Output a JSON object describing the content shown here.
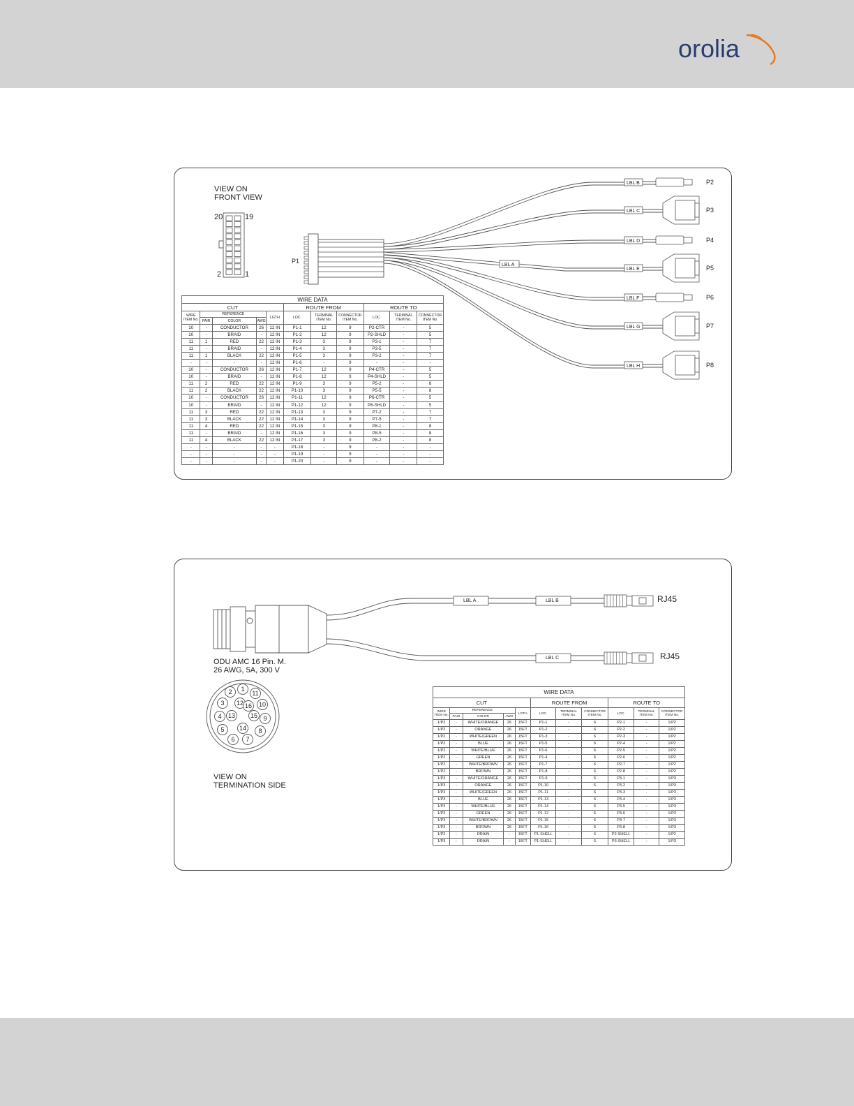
{
  "brand": {
    "logo_text": "orolia",
    "accent_color": "#e87722",
    "text_color": "#2b3d70"
  },
  "diagram1": {
    "view_label_line1": "VIEW ON",
    "view_label_line2": "FRONT VIEW",
    "pin_top_left": "20",
    "pin_top_right": "19",
    "pin_bottom_left": "2",
    "pin_bottom_right": "1",
    "main_connector": "P1",
    "main_label": "LBL A",
    "branches": [
      {
        "label": "LBL B",
        "connector": "P2"
      },
      {
        "label": "LBL C",
        "connector": "P3"
      },
      {
        "label": "LBL D",
        "connector": "P4"
      },
      {
        "label": "LBL E",
        "connector": "P5"
      },
      {
        "label": "LBL F",
        "connector": "P6"
      },
      {
        "label": "LBL G",
        "connector": "P7"
      },
      {
        "label": "LBL H",
        "connector": "P8"
      }
    ],
    "table": {
      "title": "WIRE DATA",
      "group_cut": "CUT",
      "group_route_from": "ROUTE FROM",
      "group_route_to": "ROUTE TO",
      "sub_reference": "REFERENCE",
      "col_wire_1": "WIRE",
      "col_wire_2": "ITEM No.",
      "col_pair": "PAIR",
      "col_color": "COLOR",
      "col_awg": "AWG",
      "col_lgth": "LGTH",
      "col_loc": "LOC.",
      "col_terminal_1": "TERMINAL",
      "col_terminal_2": "ITEM No.",
      "col_connector_1": "CONNECTOR",
      "col_connector_2": "ITEM No.",
      "col_loc_to": "LOC.",
      "col_terminal_to_1": "TERMINAL",
      "col_terminal_to_2": "ITEM No.",
      "col_connector_to_1": "CONNECTOR",
      "col_connector_to_2": "ITEM No.",
      "rows": [
        [
          "10",
          "-",
          "CONDUCTOR",
          "26",
          "12 IN",
          "P1-1",
          "12",
          "9",
          "P2-CTR",
          "-",
          "5"
        ],
        [
          "10",
          "-",
          "BRAID",
          "-",
          "12 IN",
          "P1-2",
          "12",
          "9",
          "P2-SHLD",
          "-",
          "5"
        ],
        [
          "11",
          "1",
          "RED",
          "22",
          "12 IN",
          "P1-3",
          "3",
          "9",
          "P3-1",
          "-",
          "7"
        ],
        [
          "11",
          "-",
          "BRAID",
          "-",
          "12 IN",
          "P1-4",
          "3",
          "9",
          "P3-5",
          "-",
          "7"
        ],
        [
          "11",
          "1",
          "BLACK",
          "22",
          "12 IN",
          "P1-5",
          "3",
          "9",
          "P3-2",
          "-",
          "7"
        ],
        [
          "-",
          "-",
          "-",
          "-",
          "12 IN",
          "P1-6",
          "-",
          "9",
          "-",
          "-",
          "-"
        ],
        [
          "10",
          "-",
          "CONDUCTOR",
          "26",
          "12 IN",
          "P1-7",
          "12",
          "9",
          "P4-CTR",
          "-",
          "5"
        ],
        [
          "10",
          "-",
          "BRAID",
          "-",
          "12 IN",
          "P1-8",
          "12",
          "9",
          "P4-SHLD",
          "-",
          "5"
        ],
        [
          "11",
          "2",
          "RED",
          "22",
          "12 IN",
          "P1-9",
          "3",
          "9",
          "P5-2",
          "-",
          "8"
        ],
        [
          "11",
          "2",
          "BLACK",
          "22",
          "12 IN",
          "P1-10",
          "3",
          "9",
          "P5-5",
          "-",
          "8"
        ],
        [
          "10",
          "-",
          "CONDUCTOR",
          "26",
          "12 IN",
          "P1-11",
          "12",
          "9",
          "P6-CTR",
          "-",
          "5"
        ],
        [
          "10",
          "-",
          "BRAID",
          "-",
          "12 IN",
          "P1-12",
          "12",
          "9",
          "P6-SHLD",
          "-",
          "5"
        ],
        [
          "11",
          "3",
          "RED",
          "22",
          "12 IN",
          "P1-13",
          "3",
          "9",
          "P7-2",
          "-",
          "7"
        ],
        [
          "11",
          "3",
          "BLACK",
          "22",
          "12 IN",
          "P1-14",
          "3",
          "9",
          "P7-5",
          "-",
          "7"
        ],
        [
          "11",
          "4",
          "RED",
          "22",
          "12 IN",
          "P1-15",
          "3",
          "9",
          "P8-1",
          "-",
          "8"
        ],
        [
          "11",
          "-",
          "BRAID",
          "-",
          "12 IN",
          "P1-16",
          "3",
          "9",
          "P8-5",
          "-",
          "8"
        ],
        [
          "11",
          "4",
          "BLACK",
          "22",
          "12 IN",
          "P1-17",
          "3",
          "9",
          "P8-2",
          "-",
          "8"
        ],
        [
          "-",
          "-",
          "-",
          "-",
          "-",
          "P1-18",
          "-",
          "9",
          "-",
          "-",
          "-"
        ],
        [
          "-",
          "-",
          "-",
          "-",
          "-",
          "P1-19",
          "-",
          "9",
          "-",
          "-",
          "-"
        ],
        [
          "-",
          "-",
          "-",
          "-",
          "-",
          "P1-20",
          "-",
          "9",
          "-",
          "-",
          "-"
        ]
      ]
    }
  },
  "diagram2": {
    "connector_desc_line1": "ODU AMC 16 Pin. M.",
    "connector_desc_line2": "26 AWG, 5A, 300 V",
    "view_label_line1": "VIEW ON",
    "view_label_line2": "TERMINATION SIDE",
    "pins": [
      "1",
      "2",
      "3",
      "4",
      "5",
      "6",
      "7",
      "8",
      "9",
      "10",
      "11",
      "12",
      "13",
      "14",
      "15",
      "16"
    ],
    "labels": {
      "a": "LBL A",
      "b": "LBL B",
      "c": "LBL C"
    },
    "rj45_top": "RJ45",
    "rj45_bottom": "RJ45",
    "table": {
      "title": "WIRE DATA",
      "group_cut": "CUT",
      "group_route_from": "ROUTE FROM",
      "group_route_to": "ROUTE TO",
      "sub_reference": "REFERENCE",
      "col_wire_1": "WIRE",
      "col_wire_2": "ITEM No.",
      "col_pair": "PAIR",
      "col_color": "COLOR",
      "col_awg": "AWG",
      "col_lgth": "LGTH",
      "col_loc": "LOC.",
      "col_terminal_1": "TERMINAL",
      "col_terminal_2": "ITEM No.",
      "col_connector_1": "CONNECTOR",
      "col_connector_2": "ITEM No.",
      "col_loc_to": "LOC.",
      "col_terminal_to_1": "TERMINAL",
      "col_terminal_to_2": "ITEM No.",
      "col_connector_to_1": "CONNECTOR",
      "col_connector_to_2": "ITEM No.",
      "rows": [
        [
          "1/P2",
          "-",
          "WHITE/ORANGE",
          "26",
          "15FT",
          "P1-1",
          "-",
          "6",
          "P2-1",
          "-",
          "1/P2"
        ],
        [
          "1/P2",
          "-",
          "ORANGE",
          "26",
          "15FT",
          "P1-2",
          "-",
          "6",
          "P2-2",
          "-",
          "1/P2"
        ],
        [
          "1/P2",
          "-",
          "WHITE/GREEN",
          "26",
          "15FT",
          "P1-3",
          "-",
          "6",
          "P2-3",
          "-",
          "1/P2"
        ],
        [
          "1/P2",
          "-",
          "BLUE",
          "26",
          "15FT",
          "P1-5",
          "-",
          "6",
          "P2-4",
          "-",
          "1/P2"
        ],
        [
          "1/P2",
          "-",
          "WHITE/BLUE",
          "26",
          "15FT",
          "P1-6",
          "-",
          "6",
          "P2-5",
          "-",
          "1/P2"
        ],
        [
          "1/P2",
          "-",
          "GREEN",
          "26",
          "15FT",
          "P1-4",
          "-",
          "6",
          "P2-6",
          "-",
          "1/P2"
        ],
        [
          "1/P2",
          "-",
          "WHITE/BROWN",
          "26",
          "15FT",
          "P1-7",
          "-",
          "6",
          "P2-7",
          "-",
          "1/P2"
        ],
        [
          "1/P2",
          "-",
          "BROWN",
          "26",
          "15FT",
          "P1-8",
          "-",
          "6",
          "P2-8",
          "-",
          "1/P2"
        ],
        [
          "1/P3",
          "-",
          "WHITE/ORANGE",
          "26",
          "15FT",
          "P1-9",
          "-",
          "6",
          "P3-1",
          "-",
          "1/P3"
        ],
        [
          "1/P3",
          "-",
          "ORANGE",
          "26",
          "15FT",
          "P1-10",
          "-",
          "6",
          "P3-2",
          "-",
          "1/P3"
        ],
        [
          "1/P3",
          "-",
          "WHITE/GREEN",
          "26",
          "15FT",
          "P1-11",
          "-",
          "6",
          "P3-3",
          "-",
          "1/P3"
        ],
        [
          "1/P3",
          "-",
          "BLUE",
          "26",
          "15FT",
          "P1-13",
          "-",
          "6",
          "P3-4",
          "-",
          "1/P3"
        ],
        [
          "1/P3",
          "-",
          "WHITE/BLUE",
          "26",
          "15FT",
          "P1-14",
          "-",
          "6",
          "P3-5",
          "-",
          "1/P3"
        ],
        [
          "1/P3",
          "-",
          "GREEN",
          "26",
          "15FT",
          "P1-12",
          "-",
          "6",
          "P3-6",
          "-",
          "1/P3"
        ],
        [
          "1/P3",
          "-",
          "WHITE/BROWN",
          "26",
          "15FT",
          "P1-15",
          "-",
          "6",
          "P3-7",
          "-",
          "1/P3"
        ],
        [
          "1/P3",
          "-",
          "BROWN",
          "26",
          "15FT",
          "P1-16",
          "-",
          "6",
          "P3-8",
          "-",
          "1/P3"
        ],
        [
          "1/P2",
          "-",
          "DRAIN",
          "-",
          "15FT",
          "P1-SHELL",
          "-",
          "6",
          "P2-SHELL",
          "-",
          "1/P2"
        ],
        [
          "1/P3",
          "-",
          "DRAIN",
          "-",
          "15FT",
          "P1-SHELL",
          "-",
          "6",
          "P3-SHELL",
          "-",
          "1/P3"
        ]
      ]
    }
  }
}
